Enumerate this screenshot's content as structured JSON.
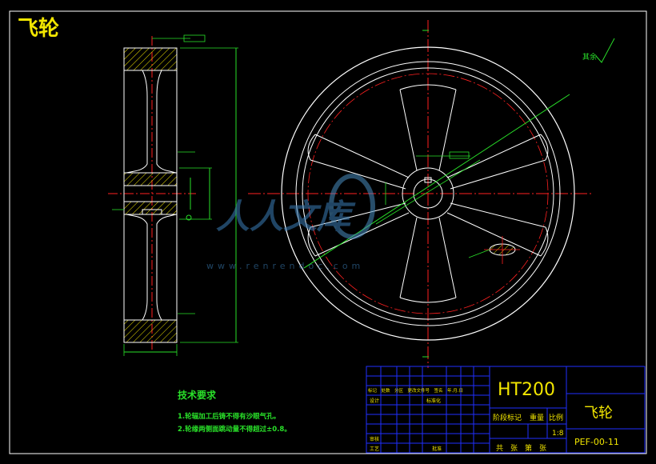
{
  "header": {
    "title": "飞轮"
  },
  "tech_requirements": {
    "heading": "技术要求",
    "items": [
      "1.轮辐加工后铸不得有沙眼气孔。",
      "2.轮缘两侧面跳动量不得超过±0.8。"
    ]
  },
  "title_block": {
    "material": "HT200",
    "part_name": "飞轮",
    "drawing_no": "PEF-00-11",
    "scale": "1:8",
    "stage_label": "阶段标记",
    "weight_label": "重量",
    "scale_label": "比例",
    "sheet_label": "共　张　第　张",
    "revision_header": "标记　处数　分区　更改文件号　签名　年.月.日",
    "design_label": "设计",
    "standardization_label": "标准化",
    "check_label": "审核",
    "process_label": "工艺",
    "approve_label": "批准"
  },
  "annotations": {
    "surface_finish": "其余",
    "watermark_text": "人人文库",
    "watermark_url": "www.renrendoc.com"
  },
  "colors": {
    "outline": "#ffffff",
    "centerline": "#ff2020",
    "dimension": "#29e029",
    "title_text": "#f2e600",
    "frame": "#2030ff",
    "section_hatch": "#f2e600"
  }
}
